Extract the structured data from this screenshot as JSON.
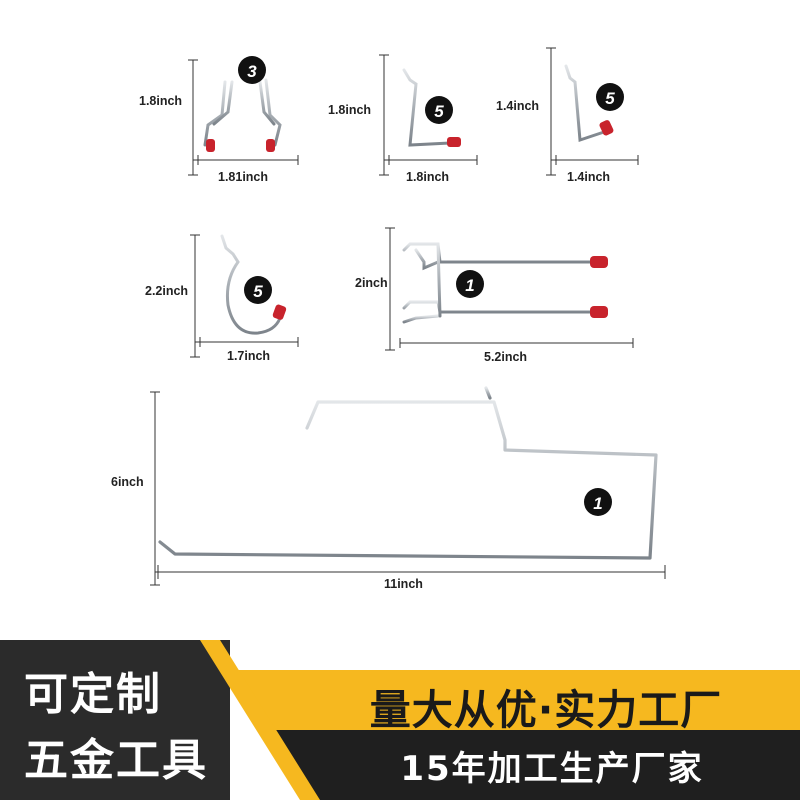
{
  "products": [
    {
      "badge": "3",
      "height_label": "1.8inch",
      "width_label": "1.81inch"
    },
    {
      "badge": "5",
      "height_label": "1.8inch",
      "width_label": "1.8inch"
    },
    {
      "badge": "5",
      "height_label": "1.4inch",
      "width_label": "1.4inch"
    },
    {
      "badge": "5",
      "height_label": "2.2inch",
      "width_label": "1.7inch"
    },
    {
      "badge": "1",
      "height_label": "2inch",
      "width_label": "5.2inch"
    },
    {
      "badge": "1",
      "height_label": "6inch",
      "width_label": "11inch"
    }
  ],
  "banner": {
    "left_line1": "可定制",
    "left_line2": "五金工具",
    "right_line1": "量大从优·实力工厂",
    "right_line2": "15年加工生产厂家"
  },
  "colors": {
    "wire": "#b9bec4",
    "tip": "#c8232c",
    "gold": "#f6b81f",
    "dark": "#2b2b2b"
  }
}
